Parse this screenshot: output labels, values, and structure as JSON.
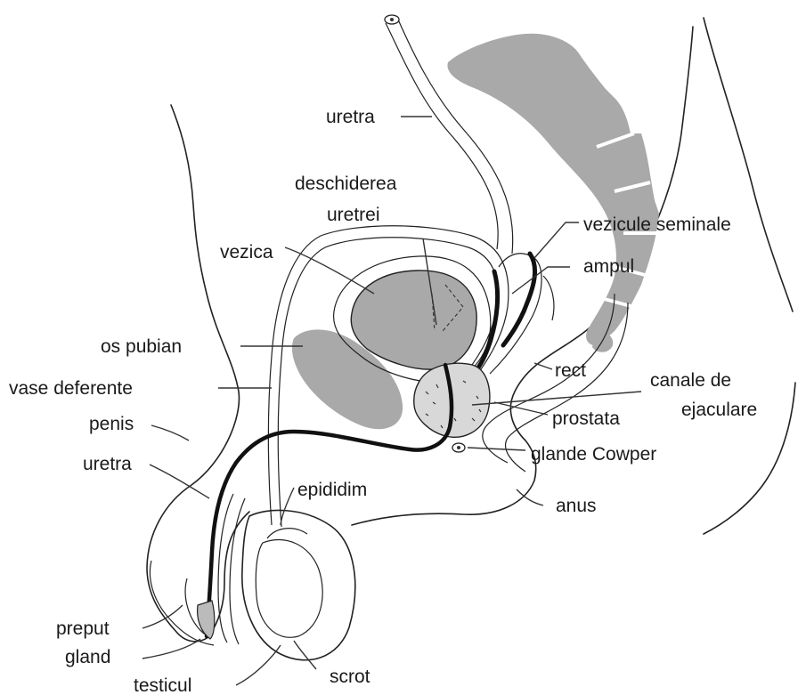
{
  "labels": {
    "uretra_top": "uretra",
    "deschiderea": "deschiderea",
    "uretrei": "uretrei",
    "vezica": "vezica",
    "vezicule_seminale": "vezicule seminale",
    "ampul": "ampul",
    "os_pubian": "os pubian",
    "vase_deferente": "vase deferente",
    "rect": "rect",
    "canale_de": "canale de",
    "ejaculare": "ejaculare",
    "penis": "penis",
    "prostata": "prostata",
    "uretra_bottom": "uretra",
    "glande_cowper": "glande Cowper",
    "epididim": "epididim",
    "anus": "anus",
    "preput": "preput",
    "gland": "gland",
    "scrot": "scrot",
    "testicul": "testicul"
  }
}
